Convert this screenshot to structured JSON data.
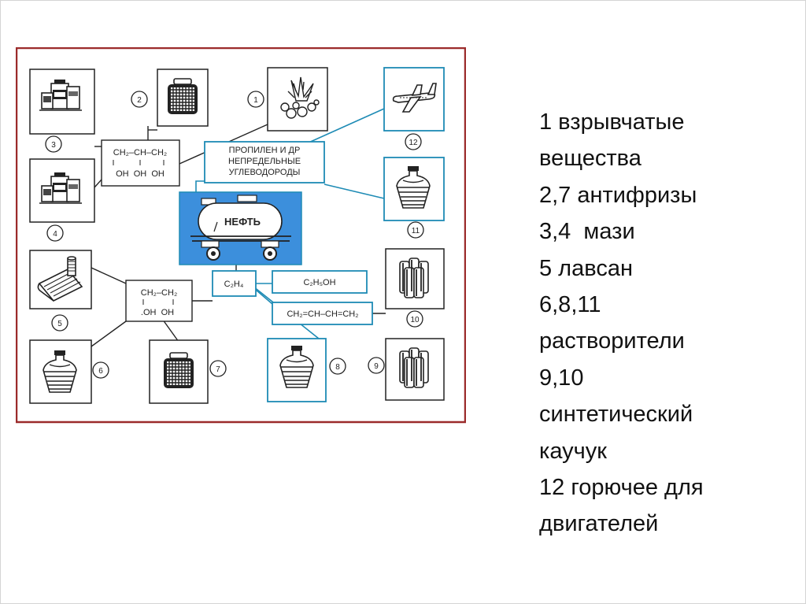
{
  "colors": {
    "frame": "#9b2b2b",
    "cyan": "#1e8bb5",
    "tank_fill": "#3c8fdc",
    "ink": "#222222"
  },
  "diagram": {
    "center_label": "НЕФТЬ",
    "propylene_label": [
      "ПРОПИЛЕН И ДР",
      "НЕПРЕДЕЛЬНЫЕ",
      "УГЛЕВОДОРОДЫ"
    ],
    "glycerol_top": "CH₂–CH–CH₂",
    "glycerol_bottom": "OH  OH  OH",
    "glycol_top": "CH₂–CH₂",
    "glycol_bottom": ".OH  OH",
    "ethylene": "C₂H₄",
    "ethanol": "C₂H₅OH",
    "butadiene": "CH₂=CH–CH=CH₂",
    "numbers": [
      "1",
      "2",
      "3",
      "4",
      "5",
      "6",
      "7",
      "8",
      "9",
      "10",
      "11",
      "12"
    ],
    "icons": {
      "n1": "explosion-icon",
      "n2": "canister-icon",
      "n3": "bottles-icon",
      "n4": "bottles-icon",
      "n5": "fabric-roll-icon",
      "n6": "demijohn-icon",
      "n7": "canister-icon",
      "n8": "demijohn-icon",
      "n9": "rubber-rolls-icon",
      "n10": "rubber-rolls-icon",
      "n11": "demijohn-icon",
      "n12": "airplane-icon"
    }
  },
  "legend": [
    "1 взрывчатые",
    "вещества",
    "2,7 антифризы",
    "3,4  мази",
    "5 лавсан",
    "6,8,11",
    "растворители",
    "9,10",
    "синтетический",
    "каучук",
    "12 горючее для",
    "двигателей"
  ]
}
